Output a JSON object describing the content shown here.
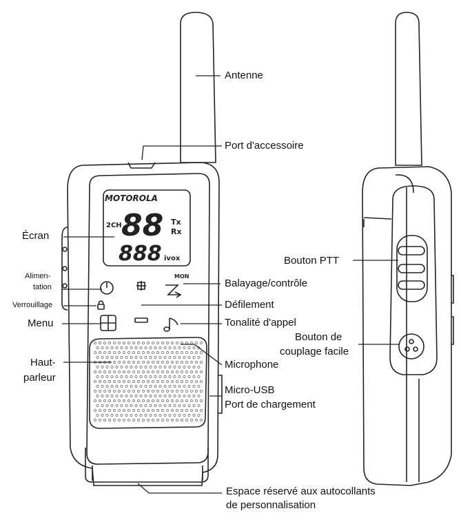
{
  "brand": "MOTOROLA",
  "lcd": {
    "channel_digits": "88",
    "tone_digits": "888",
    "ch_label": "2CH",
    "tx": "Tx",
    "rx": "Rx",
    "ivox": "ivox",
    "mon": "MON"
  },
  "labels": {
    "antenne": "Antenne",
    "port_accessoire": "Port d'accessoire",
    "ecran": "Écran",
    "alimentation_1": "Alimen-",
    "alimentation_2": "tation",
    "balayage": "Balayage/contrôle",
    "verrouillage": "Verrouillage",
    "defilement": "Défilement",
    "menu": "Menu",
    "tonalite": "Tonalité d'appel",
    "haut_parleur_1": "Haut-",
    "haut_parleur_2": "parleur",
    "microphone": "Microphone",
    "micro_usb": "Micro-USB",
    "port_chargement": "Port de chargement",
    "espace_1": "Espace réservé aux autocollants",
    "espace_2": "de personnalisation",
    "bouton_ptt": "Bouton PTT",
    "couplage_1": "Bouton de",
    "couplage_2": "couplage facile"
  },
  "icons": [
    "power-icon",
    "plus-icon",
    "minus-icon",
    "menu-grid-icon",
    "lock-icon",
    "scan-icon",
    "music-note-icon",
    "pairing-icon"
  ]
}
